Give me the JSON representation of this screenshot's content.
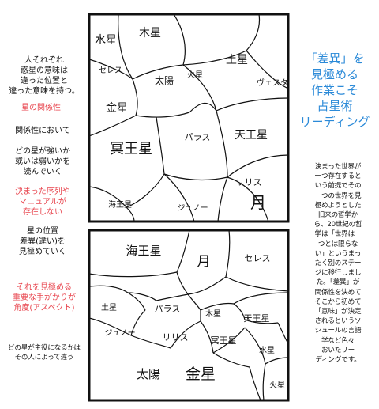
{
  "left_notes": {
    "intro": "人それぞれ\n惑星の意味は\n違った位置と\n違った意味を持つ。",
    "relations_title": "星の関係性",
    "relations_note": "関係性において",
    "strength_note": "どの星が強いか\n或いは弱いかを\n読んでいく",
    "no_order": "決まった序列や\nマニュアルが\n存在しない",
    "position_note": "星の位置\n差異(違い)を\n見極めていく",
    "aspect_note": "それを見極める\n重要な手がかりが\n角度(アスペクト)",
    "leading_note": "どの星が主役になるかは\nその人によって違う"
  },
  "right_notes": {
    "headline": "「差異」を\n見極める\n作業こそ\n占星術\nリーディング",
    "body": "決まった世界が\n一つ存在すると\nいう前提でその\n一つの世界を見\n極めようとした\n旧来の哲学か\nら、20世紀の哲\n学は「世界は一\nつとは限らな\nい」というまっ\nたく別のステー\nジに移行しまし\nた。「差異」が\n関係性を決めて\nそこから初めて\n「意味」が決定\nされるというソ\nシュールの言語\n学など色々\nおいたリー\nディングです。"
  },
  "top_panel": {
    "labels": {
      "mercury": "水星",
      "jupiter": "木星",
      "ceres": "セレス",
      "sun": "太陽",
      "mars": "火星",
      "saturn": "土星",
      "vesta": "ヴェスタ",
      "venus": "金星",
      "pluto": "冥王星",
      "pallas": "パラス",
      "uranus": "天王星",
      "juno": "ジュノー",
      "lilith": "リリス",
      "neptune": "海王星",
      "moon": "月"
    }
  },
  "bottom_panel": {
    "labels": {
      "neptune": "海王星",
      "moon": "月",
      "ceres": "セレス",
      "saturn": "土星",
      "pallas": "パラス",
      "jupiter": "木星",
      "uranus": "天王星",
      "juno": "ジュノー",
      "lilith": "リリス",
      "pluto": "冥王星",
      "mercury": "水星",
      "sun": "太陽",
      "venus": "金星",
      "mars": "火星"
    }
  },
  "colors": {
    "red_text": "#e8464f",
    "blue_text": "#2b8ad8"
  }
}
